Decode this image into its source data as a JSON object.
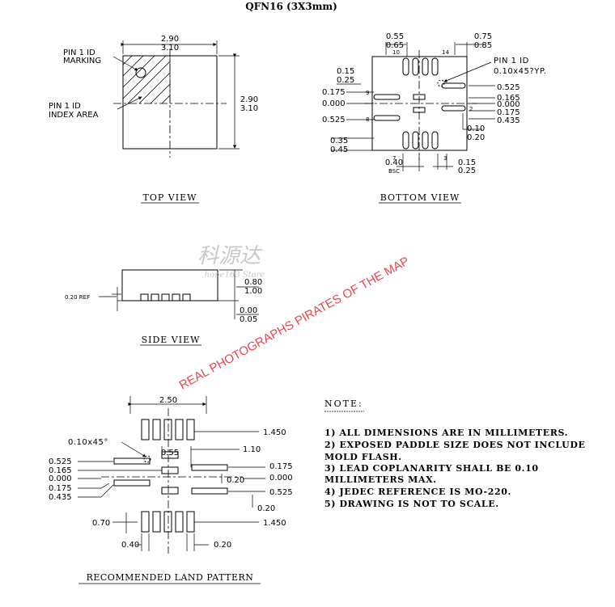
{
  "title": "QFN16 (3X3mm)",
  "top_view": {
    "caption": "TOP VIEW",
    "dim_w_min": "2.90",
    "dim_w_max": "3.10",
    "dim_h_min": "2.90",
    "dim_h_max": "3.10",
    "pin1_marking_1": "PIN 1 ID",
    "pin1_marking_2": "MARKING",
    "pin1_index_1": "PIN 1 ID",
    "pin1_index_2": "INDEX AREA"
  },
  "bottom_view": {
    "caption": "BOTTOM VIEW",
    "d_055": "0.55",
    "d_065": "0.65",
    "d_075": "0.75",
    "d_085": "0.85",
    "pin10": "10",
    "pin14": "14",
    "pin9": "9",
    "pin8": "8",
    "pin7": "7",
    "pin3": "3",
    "pin2": "2",
    "pin1_id_1": "PIN 1 ID",
    "pin1_id_2": "0.10x45?YP.",
    "l_015": "0.15",
    "l_025": "0.25",
    "l_0175": "0.175",
    "l_0000": "0.000",
    "l_0525": "0.525",
    "l_035": "0.35",
    "l_045": "0.45",
    "r_0525": "0.525",
    "r_0165": "0.165",
    "r_0000": "0.000",
    "r_0175": "0.175",
    "r_0435": "0.435",
    "r_010": "0.10",
    "r_020": "0.20",
    "b_040": "0.40",
    "b_bsc": "BSC",
    "b_015": "0.15",
    "b_025": "0.25"
  },
  "side_view": {
    "caption": "SIDE VIEW",
    "ref": "0.20 REF",
    "d_080": "0.80",
    "d_100": "1.00",
    "d_000": "0.00",
    "d_005": "0.05"
  },
  "watermark": {
    "cn": "科源达",
    "store": "hone163 Store",
    "line": "REAL PHOTOGRAPHS PIRATES OF THE MAP"
  },
  "land_pattern": {
    "caption": "RECOMMENDED LAND PATTERN",
    "d_250": "2.50",
    "d_1450_top": "1.450",
    "chamfer": "0.10x45°",
    "d_055": "0.55",
    "d_110": "1.10",
    "l_0525": "0.525",
    "l_0165": "0.165",
    "l_0000": "0.000",
    "l_0175": "0.175",
    "l_0435": "0.435",
    "r_0175": "0.175",
    "r_020a": "0.20",
    "r_0000": "0.000",
    "r_0525": "0.525",
    "r_020b": "0.20",
    "d_070": "0.70",
    "d_1450_bot": "1.450",
    "d_040": "0.40",
    "d_020": "0.20"
  },
  "note": {
    "heading": "NOTE:",
    "items": [
      "1) ALL DIMENSIONS ARE IN MILLIMETERS.",
      "2) EXPOSED PADDLE SIZE DOES NOT INCLUDE",
      "MOLD FLASH.",
      "3) LEAD COPLANARITY SHALL BE 0.10",
      "MILLIMETERS MAX.",
      "4) JEDEC REFERENCE IS MO-220.",
      "5) DRAWING IS NOT TO SCALE."
    ]
  }
}
